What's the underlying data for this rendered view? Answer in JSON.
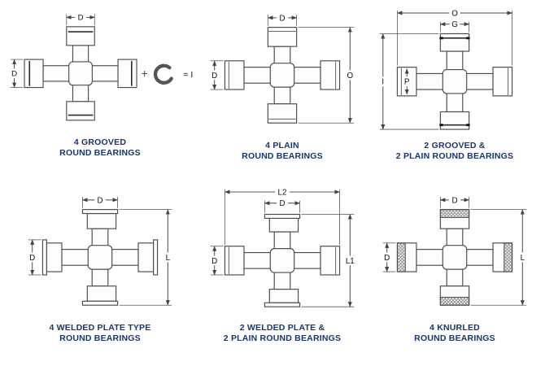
{
  "page": {
    "background": "#ffffff",
    "caption_color": "#17366b",
    "line_color": "#4d4d4d"
  },
  "figures": [
    {
      "id": "grooved-4",
      "caption": [
        "4 GROOVED",
        "ROUND BEARINGS"
      ],
      "dims": {
        "top": "D",
        "left": "D",
        "plus": "+",
        "ring_eq": "= I"
      }
    },
    {
      "id": "plain-4",
      "caption": [
        "4 PLAIN",
        "ROUND BEARINGS"
      ],
      "dims": {
        "top": "D",
        "left": "D",
        "right": "O"
      }
    },
    {
      "id": "grooved-2-plain-2",
      "caption": [
        "2 GROOVED &",
        "2 PLAIN ROUND BEARINGS"
      ],
      "dims": {
        "top": "O",
        "top2": "G",
        "left": "I",
        "left2": "P"
      }
    },
    {
      "id": "welded-plate-4",
      "caption": [
        "4 WELDED PLATE TYPE",
        "ROUND BEARINGS"
      ],
      "dims": {
        "top": "D",
        "left": "D",
        "right": "L"
      }
    },
    {
      "id": "welded-2-plain-2",
      "caption": [
        "2 WELDED PLATE &",
        "2 PLAIN ROUND BEARINGS"
      ],
      "dims": {
        "top": "L2",
        "top2": "D",
        "left": "D",
        "right": "L1"
      }
    },
    {
      "id": "knurled-4",
      "caption": [
        "4 KNURLED",
        "ROUND BEARINGS"
      ],
      "dims": {
        "top": "D",
        "left": "D",
        "right": "L"
      }
    }
  ]
}
